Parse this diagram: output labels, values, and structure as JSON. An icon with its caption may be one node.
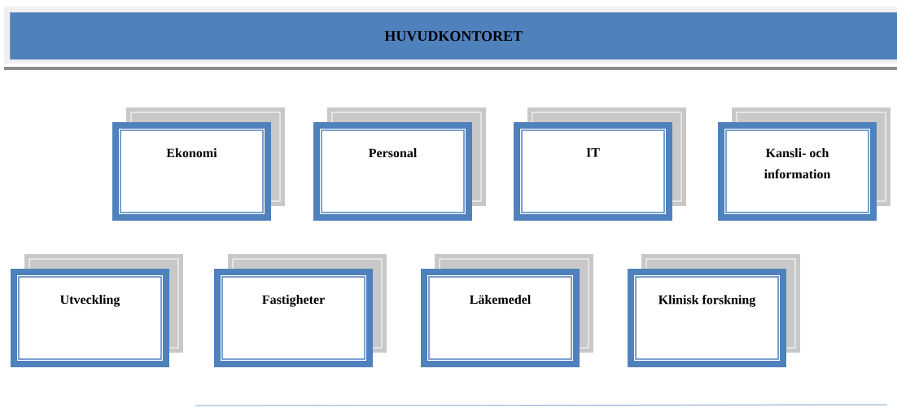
{
  "diagram": {
    "nodes": [
      {
        "text": [
          "HUVUDKONTORET"
        ]
      },
      {
        "text": [
          "Ekonomi"
        ]
      },
      {
        "text": [
          "Personal"
        ]
      },
      {
        "text": [
          "IT"
        ]
      },
      {
        "text": [
          "Kansli- och information"
        ]
      },
      {
        "text": [
          "Utveckling"
        ]
      },
      {
        "text": [
          "Fastigheter"
        ]
      },
      {
        "text": [
          "Läkemedel"
        ]
      },
      {
        "text": [
          "Klinisk forskning"
        ]
      }
    ]
  }
}
